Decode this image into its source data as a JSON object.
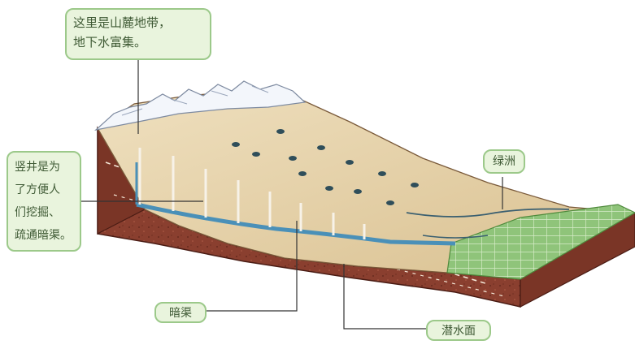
{
  "callouts": {
    "top_note": "这里是山麓地带，\n地下水富集。",
    "left_note": "竖井是为\n了方便人\n们挖掘、\n疏通暗渠。",
    "oasis": "绿洲",
    "canal": "暗渠",
    "water_table": "潜水面"
  },
  "colors": {
    "soil": "#8a3f2f",
    "soil_dark": "#6e2c22",
    "surface": "#e8d3a8",
    "oasis": "#8fc47a",
    "water": "#4a90b8",
    "callout_bg": "#e9f4dd",
    "callout_border": "#9cc98a"
  }
}
